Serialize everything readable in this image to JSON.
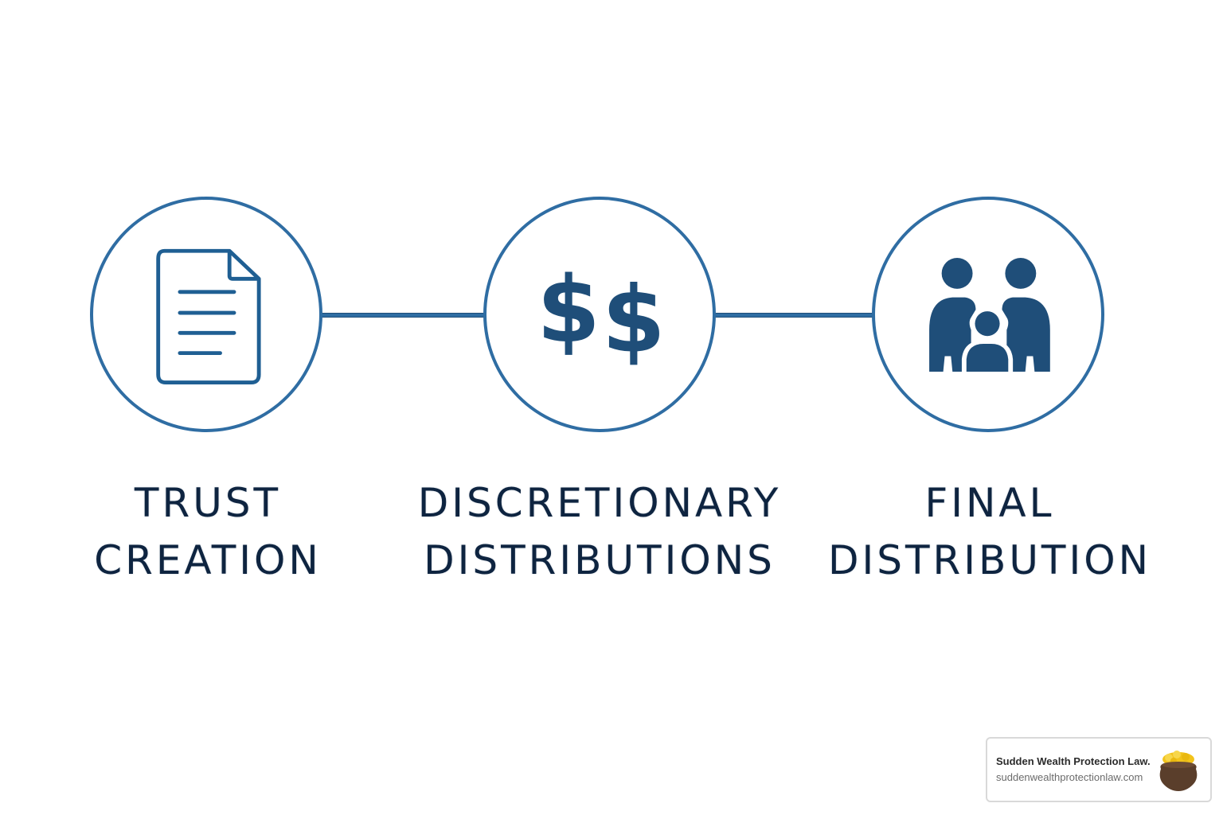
{
  "colors": {
    "accent": "#2f6da3",
    "icon_fill": "#1f4e79",
    "label_text": "#0e2440"
  },
  "steps": [
    {
      "icon": "document-icon",
      "line1": "TRUST",
      "line2": "CREATION"
    },
    {
      "icon": "dollar-signs-icon",
      "line1": "DISCRETIONARY",
      "line2": "DISTRIBUTIONS"
    },
    {
      "icon": "family-icon",
      "line1": "FINAL",
      "line2": "DISTRIBUTION"
    }
  ],
  "brand": {
    "name": "Sudden Wealth Protection Law.",
    "url": "suddenwealthprotectionlaw.com",
    "logo_icon": "pot-of-gold-icon"
  }
}
